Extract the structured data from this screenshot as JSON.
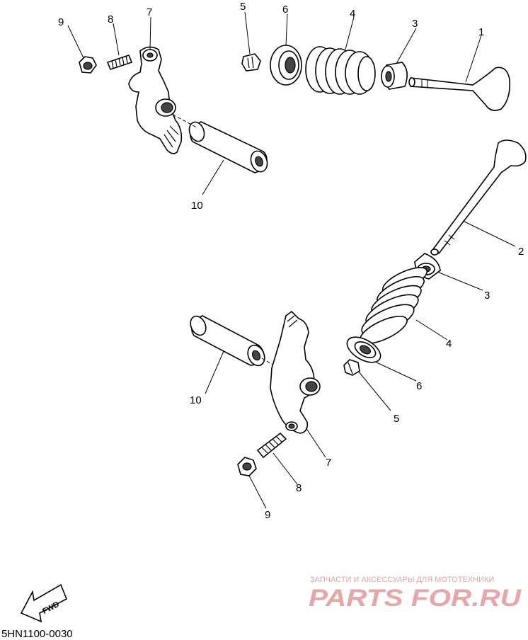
{
  "diagram": {
    "drawing_code": "5HN1100-0030",
    "fwd_label": "FWD",
    "watermark": {
      "tagline": "ЗАПЧАСТИ И АКСЕССУАРЫ ДЛЯ МОТОТЕХНИКИ",
      "logo": "PARTS FOR.RU"
    },
    "upper_group": {
      "labels": [
        "9",
        "8",
        "7",
        "5",
        "6",
        "4",
        "3",
        "1",
        "10"
      ]
    },
    "lower_group": {
      "labels": [
        "2",
        "3",
        "4",
        "6",
        "5",
        "10",
        "7",
        "8",
        "9"
      ]
    }
  }
}
